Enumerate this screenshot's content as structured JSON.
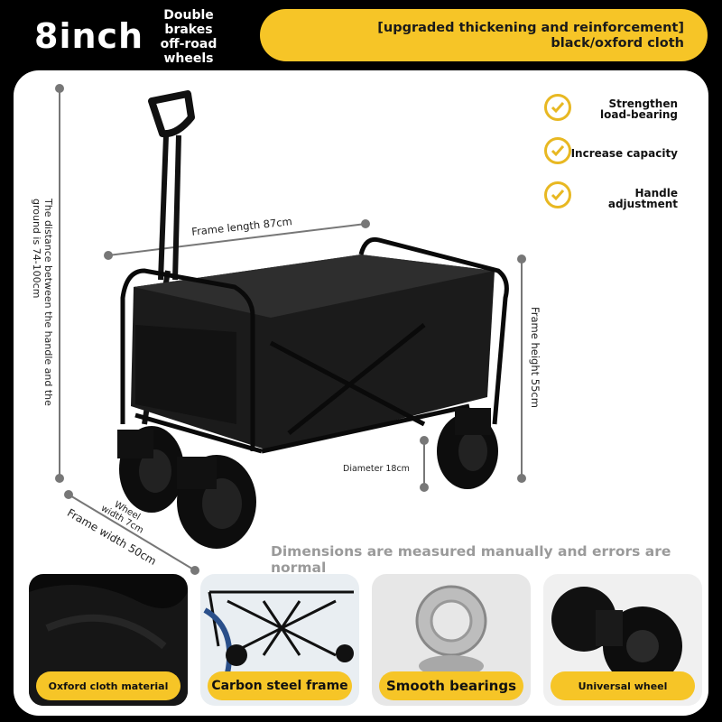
{
  "header": {
    "title": "8inch",
    "subtitle": "Double brakes off-road wheels",
    "banner": "[upgraded thickening and reinforcement] black/oxford cloth"
  },
  "features": [
    {
      "label": "Strengthen load-bearing",
      "icon": "check-circle-icon"
    },
    {
      "label": "Increase capacity",
      "icon": "check-circle-icon"
    },
    {
      "label": "Handle adjustment",
      "icon": "check-circle-icon"
    }
  ],
  "dimensions": {
    "handle_height": "The distance between the handle and the ground is 74-100cm",
    "frame_length": "Frame length 87cm",
    "frame_height": "Frame height 55cm",
    "diameter": "Diameter 18cm",
    "wheel_width": "Wheel width 7cm",
    "frame_width": "Frame width 50cm"
  },
  "note": "Dimensions are measured manually and errors are normal",
  "cards": [
    {
      "label": "Oxford cloth material"
    },
    {
      "label": "Carbon steel frame"
    },
    {
      "label": "Smooth bearings"
    },
    {
      "label": "Universal wheel"
    }
  ],
  "colors": {
    "accent": "#f6c527",
    "background": "#000000",
    "panel": "#ffffff"
  }
}
